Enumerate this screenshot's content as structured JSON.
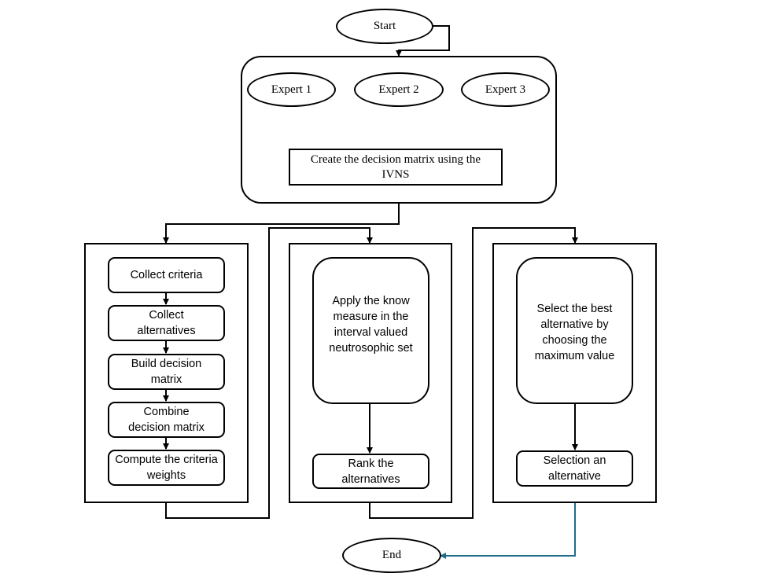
{
  "nodes": {
    "start": "Start",
    "end": "End",
    "expert1": "Expert 1",
    "expert2": "Expert 2",
    "expert3": "Expert 3",
    "decision_matrix": "Create the decision matrix using the IVNS"
  },
  "panel1": {
    "steps": [
      "Collect criteria",
      "Collect alternatives",
      "Build decision matrix",
      "Combine decision matrix",
      "Compute the criteria weights"
    ]
  },
  "panel2": {
    "apply": "Apply the know measure in the interval valued neutrosophic set",
    "rank": "Rank the alternatives"
  },
  "panel3": {
    "select": "Select the best alternative by choosing the maximum value",
    "selection": "Selection an alternative"
  },
  "colors": {
    "line": "#000000",
    "end_connector": "#1f6b8a"
  }
}
